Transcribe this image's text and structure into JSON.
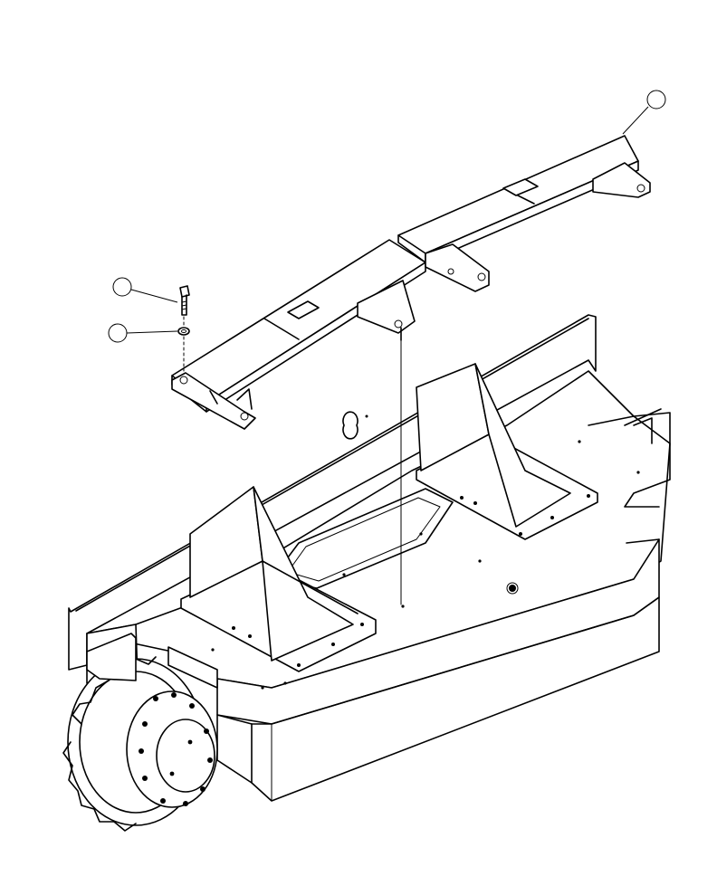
{
  "diagram": {
    "kind": "exploded-parts-view",
    "callouts": [
      {
        "id": "callout-1",
        "number": ""
      },
      {
        "id": "callout-2",
        "number": ""
      },
      {
        "id": "callout-3",
        "number": ""
      }
    ]
  }
}
